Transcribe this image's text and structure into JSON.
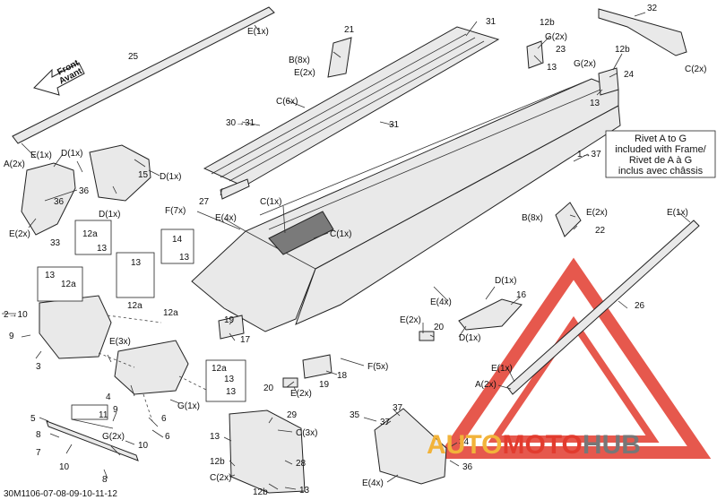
{
  "front_arrow": {
    "line1": "Front",
    "line2": "Avant"
  },
  "rivet_note": {
    "line1": "Rivet A to G",
    "line2": "included with Frame/",
    "line3": "Rivet de A à G",
    "line4": "inclus avec châssis"
  },
  "watermark": {
    "part1": "AUTO",
    "part2": "MOTO",
    "part3": "HUB",
    "color_red": "#e23b2e",
    "color_gold": "#f2b33a",
    "color_gray": "#777777"
  },
  "footer_code": "30M1106-07-08-09-10-11-12",
  "callouts": [
    "25",
    "E(1x)",
    "31",
    "12b",
    "G(2x)",
    "23",
    "13",
    "32",
    "21",
    "B(8x)",
    "E(2x)",
    "12b",
    "G(2x)",
    "24",
    "C(2x)",
    "13",
    "C(6x)",
    "30→31",
    "31",
    "1→37",
    "A(2x)",
    "E(1x)",
    "D(1x)",
    "36",
    "D(1x)",
    "15",
    "D(1x)",
    "27",
    "F(7x)",
    "E(4x)",
    "C(1x)",
    "C(1x)",
    "36",
    "E(2x)",
    "33",
    "12a",
    "13",
    "14",
    "13",
    "13",
    "13",
    "12a",
    "12a",
    "2→10",
    "9",
    "3",
    "12a",
    "E(3x)",
    "B(8x)",
    "E(2x)",
    "22",
    "E(1x)",
    "D(1x)",
    "16",
    "E(4x)",
    "E(2x)",
    "20",
    "D(1x)",
    "26",
    "19",
    "17",
    "F(5x)",
    "18",
    "19",
    "20",
    "E(2x)",
    "E(1x)",
    "A(2x)",
    "12a",
    "13",
    "13",
    "4",
    "G(1x)",
    "9",
    "11",
    "5",
    "6",
    "6",
    "8",
    "G(2x)",
    "7",
    "10",
    "10",
    "8",
    "29",
    "13",
    "C(3x)",
    "28",
    "12b",
    "C(2x)",
    "12b",
    "13",
    "35",
    "37",
    "37",
    "34",
    "36",
    "E(4x)"
  ]
}
